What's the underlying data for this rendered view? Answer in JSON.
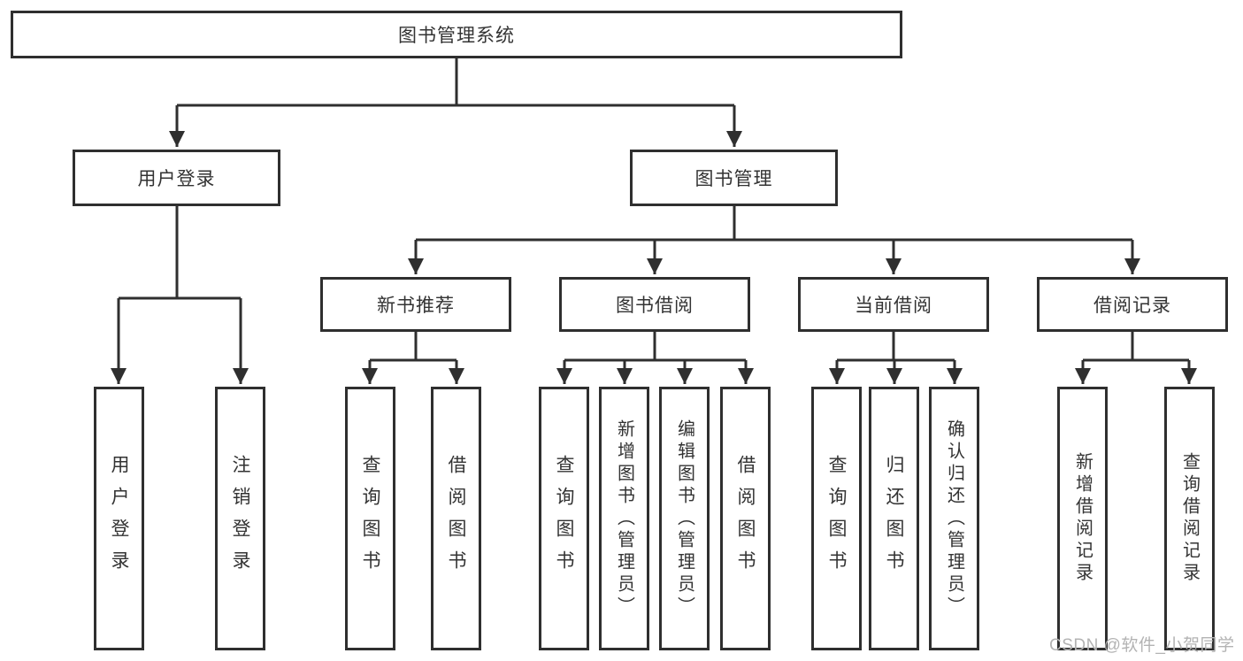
{
  "diagram": {
    "nodes": {
      "root": "图书管理系统",
      "user_login": "用户登录",
      "book_mgmt": "图书管理",
      "new_book_rec": "新书推荐",
      "book_borrow": "图书借阅",
      "current_borrow": "当前借阅",
      "borrow_records": "借阅记录",
      "leaf_user_login": "用户登录",
      "leaf_logout": "注销登录",
      "leaf_nbr_query_books": "查询图书",
      "leaf_nbr_borrow_books": "借阅图书",
      "leaf_bb_query_books": "查询图书",
      "leaf_bb_add_books": "新增图书（管理员）",
      "leaf_bb_edit_books": "编辑图书（管理员）",
      "leaf_bb_borrow_books": "借阅图书",
      "leaf_cb_query_books": "查询图书",
      "leaf_cb_return_books": "归还图书",
      "leaf_cb_confirm_return": "确认归还（管理员）",
      "leaf_br_add_record": "新增借阅记录",
      "leaf_br_query_record": "查询借阅记录"
    }
  },
  "watermark": {
    "text": "CSDN @软件_小贺同学"
  },
  "colors": {
    "line": "#2f2f2f",
    "text": "#333333",
    "box_background": "#ffffff",
    "page_background": "#ffffff",
    "watermark": "#b3b3b3"
  }
}
